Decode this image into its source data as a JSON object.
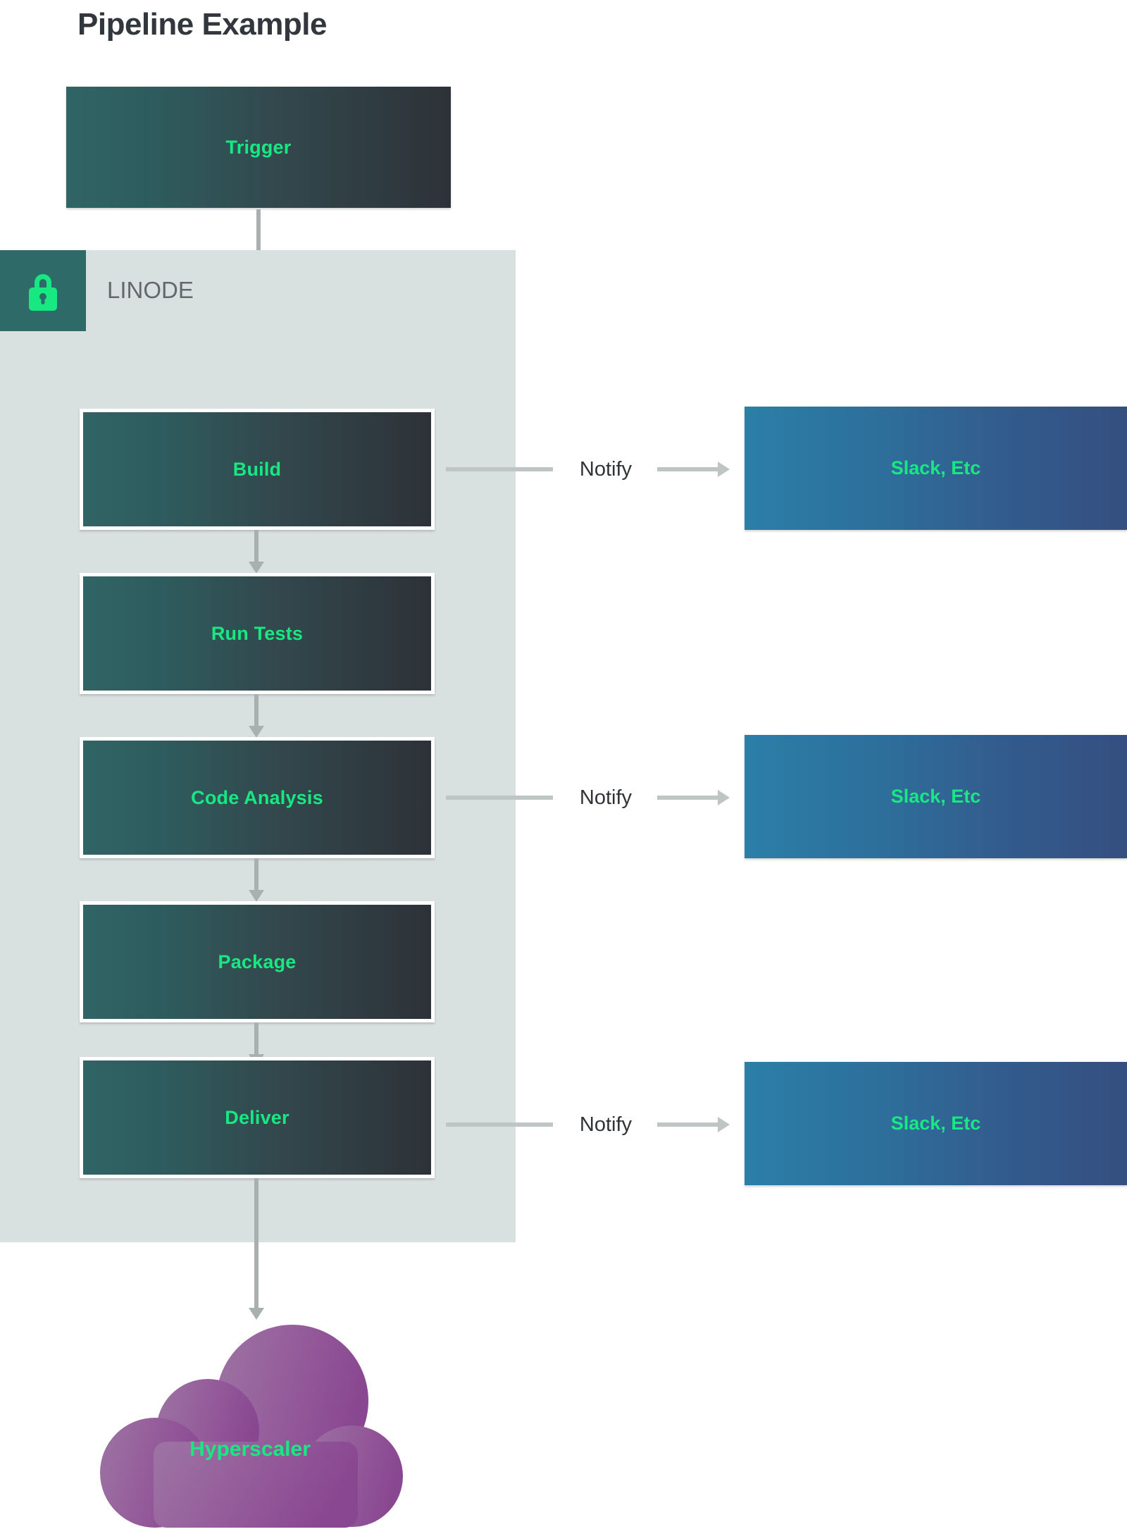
{
  "page": {
    "title": "Pipeline Example",
    "background": "#ffffff"
  },
  "colors": {
    "accent_green": "#17e882",
    "title_text": "#32373d",
    "zone_background": "#d8e1e0",
    "badge_background": "#2d6a68",
    "stage_gradient_from": "#306465",
    "stage_gradient_to": "#2d3238",
    "notify_gradient_from": "#2b7fa8",
    "notify_gradient_to": "#344f80",
    "connector_gray": "#a9b0b0",
    "cloud_purple_from": "#9a6aa0",
    "cloud_purple_to": "#8e4f96"
  },
  "zone": {
    "label": "LINODE",
    "badge_icon": "lock-icon"
  },
  "trigger": {
    "label": "Trigger"
  },
  "stages": [
    {
      "label": "Build"
    },
    {
      "label": "Run Tests"
    },
    {
      "label": "Code Analysis"
    },
    {
      "label": "Package"
    },
    {
      "label": "Deliver"
    }
  ],
  "notifications": [
    {
      "edge_label": "Notify",
      "target_label": "Slack, Etc"
    },
    {
      "edge_label": "Notify",
      "target_label": "Slack, Etc"
    },
    {
      "edge_label": "Notify",
      "target_label": "Slack, Etc"
    }
  ],
  "cloud": {
    "label": "Hyperscaler"
  },
  "chart_data": {
    "type": "diagram",
    "title": "Pipeline Example",
    "nodes": [
      {
        "id": "trigger",
        "label": "Trigger",
        "group": "external",
        "shape": "rect"
      },
      {
        "id": "build",
        "label": "Build",
        "group": "LINODE",
        "shape": "rect"
      },
      {
        "id": "run-tests",
        "label": "Run Tests",
        "group": "LINODE",
        "shape": "rect"
      },
      {
        "id": "code-analysis",
        "label": "Code Analysis",
        "group": "LINODE",
        "shape": "rect"
      },
      {
        "id": "package",
        "label": "Package",
        "group": "LINODE",
        "shape": "rect"
      },
      {
        "id": "deliver",
        "label": "Deliver",
        "group": "LINODE",
        "shape": "rect"
      },
      {
        "id": "slack-1",
        "label": "Slack, Etc",
        "group": "external",
        "shape": "rect"
      },
      {
        "id": "slack-2",
        "label": "Slack, Etc",
        "group": "external",
        "shape": "rect"
      },
      {
        "id": "slack-3",
        "label": "Slack, Etc",
        "group": "external",
        "shape": "rect"
      },
      {
        "id": "hyperscaler",
        "label": "Hyperscaler",
        "group": "external",
        "shape": "cloud"
      }
    ],
    "edges": [
      {
        "from": "trigger",
        "to": "build",
        "label": ""
      },
      {
        "from": "build",
        "to": "run-tests",
        "label": ""
      },
      {
        "from": "run-tests",
        "to": "code-analysis",
        "label": ""
      },
      {
        "from": "code-analysis",
        "to": "package",
        "label": ""
      },
      {
        "from": "package",
        "to": "deliver",
        "label": ""
      },
      {
        "from": "deliver",
        "to": "hyperscaler",
        "label": ""
      },
      {
        "from": "build",
        "to": "slack-1",
        "label": "Notify"
      },
      {
        "from": "code-analysis",
        "to": "slack-2",
        "label": "Notify"
      },
      {
        "from": "deliver",
        "to": "slack-3",
        "label": "Notify"
      }
    ],
    "groups": [
      {
        "id": "LINODE",
        "label": "LINODE",
        "icon": "lock-icon"
      }
    ]
  }
}
